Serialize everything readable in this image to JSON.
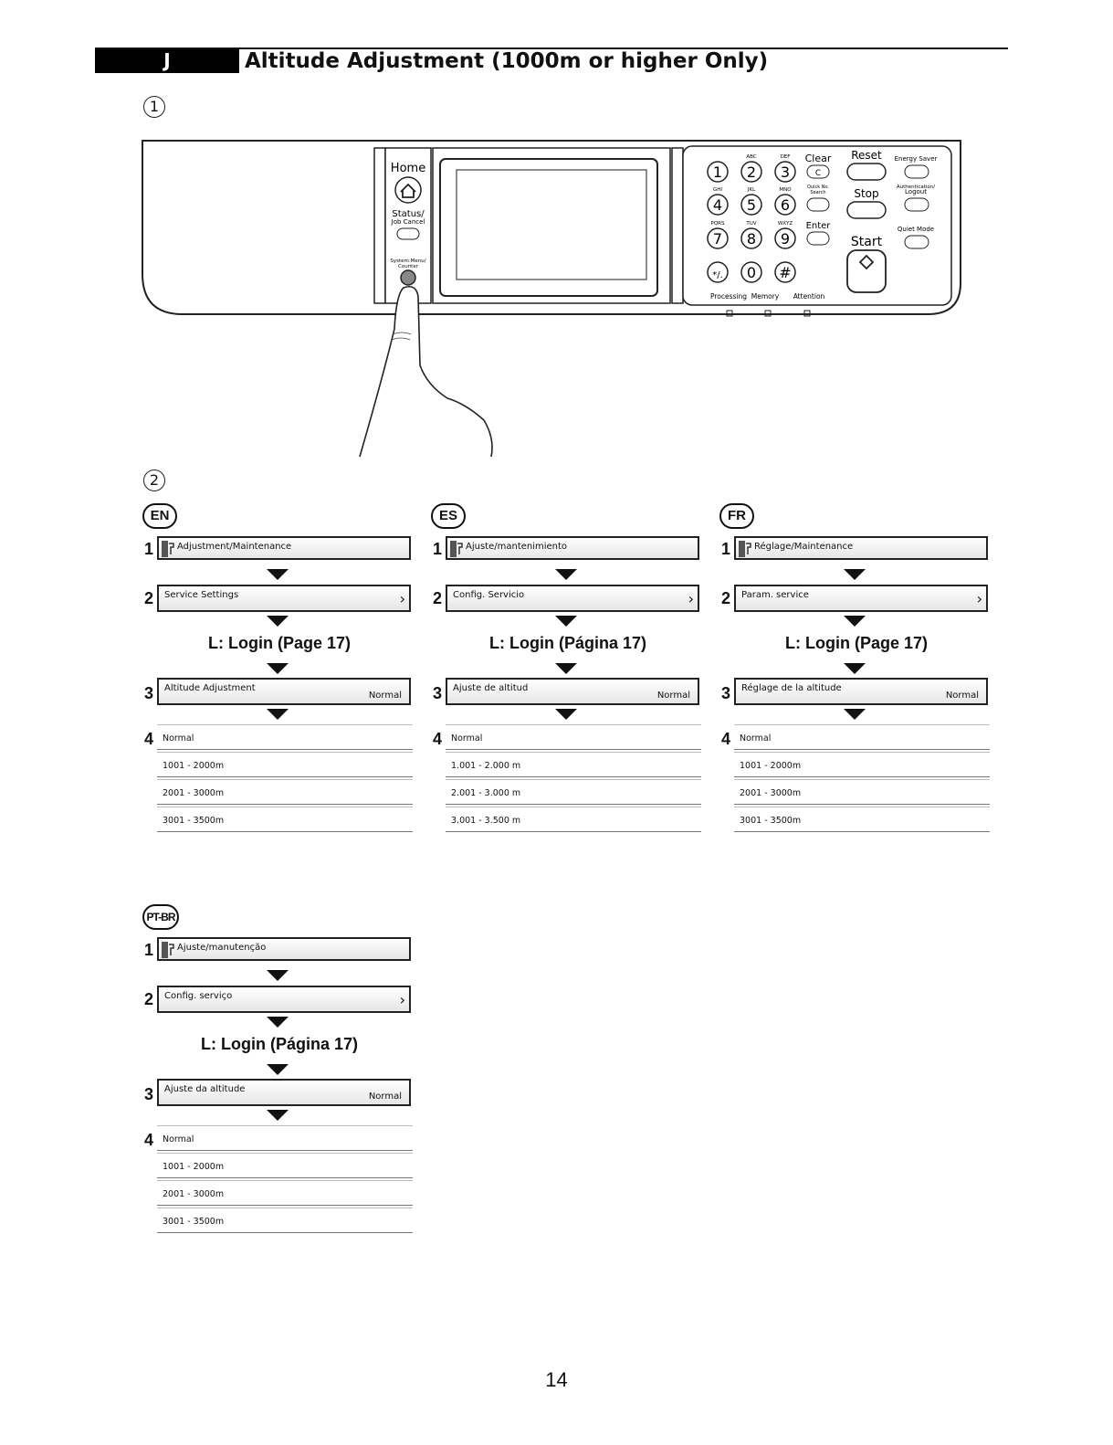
{
  "header": {
    "tag": "J",
    "title": "Altitude Adjustment (1000m or higher Only)"
  },
  "steps": {
    "one": "1",
    "two": "2"
  },
  "panel": {
    "home": "Home",
    "status": "Status/",
    "job_cancel": "Job Cancel",
    "system_menu": "System Menu/",
    "counter": "Counter",
    "keys": [
      "1",
      "2",
      "3",
      "4",
      "5",
      "6",
      "7",
      "8",
      "9",
      "*/.",
      "0",
      "#"
    ],
    "key_letters": [
      "ABC",
      "DEF",
      "GHI",
      "JKL",
      "MNO",
      "PQRS",
      "TUV",
      "WXYZ"
    ],
    "clear": "Clear",
    "clear_key": "C",
    "quick_no": "Quick No.",
    "search": "Search",
    "enter": "Enter",
    "reset": "Reset",
    "stop": "Stop",
    "start": "Start",
    "energy_saver": "Energy Saver",
    "authentication": "Authentication/",
    "logout": "Logout",
    "quiet_mode": "Quiet Mode",
    "processing": "Processing",
    "memory": "Memory",
    "attention": "Attention"
  },
  "columns": [
    {
      "lang": "EN",
      "step_nums": [
        "1",
        "2",
        "3",
        "4"
      ],
      "menu": "Adjustment/Maintenance",
      "service": "Service Settings",
      "login": "L: Login (Page 17)",
      "altitude": "Altitude Adjustment",
      "altitude_value": "Normal",
      "options": [
        "Normal",
        "1001 - 2000m",
        "2001 - 3000m",
        "3001 - 3500m"
      ]
    },
    {
      "lang": "ES",
      "step_nums": [
        "1",
        "2",
        "3",
        "4"
      ],
      "menu": "Ajuste/mantenimiento",
      "service": "Config. Servicio",
      "login": "L: Login (Página 17)",
      "altitude": "Ajuste de altitud",
      "altitude_value": "Normal",
      "options": [
        "Normal",
        "1.001 - 2.000 m",
        "2.001 - 3.000 m",
        "3.001 - 3.500 m"
      ]
    },
    {
      "lang": "FR",
      "step_nums": [
        "1",
        "2",
        "3",
        "4"
      ],
      "menu": "Réglage/Maintenance",
      "service": "Param. service",
      "login": "L: Login (Page 17)",
      "altitude": "Réglage de la altitude",
      "altitude_value": "Normal",
      "options": [
        "Normal",
        "1001 - 2000m",
        "2001 - 3000m",
        "3001 - 3500m"
      ]
    },
    {
      "lang": "PT-BR",
      "step_nums": [
        "1",
        "2",
        "3",
        "4"
      ],
      "menu": "Ajuste/manutenção",
      "service": "Config. serviço",
      "login": "L: Login (Página 17)",
      "altitude": "Ajuste da altitude",
      "altitude_value": "Normal",
      "options": [
        "Normal",
        "1001 - 2000m",
        "2001 - 3000m",
        "3001 - 3500m"
      ]
    }
  ],
  "page_number": "14"
}
